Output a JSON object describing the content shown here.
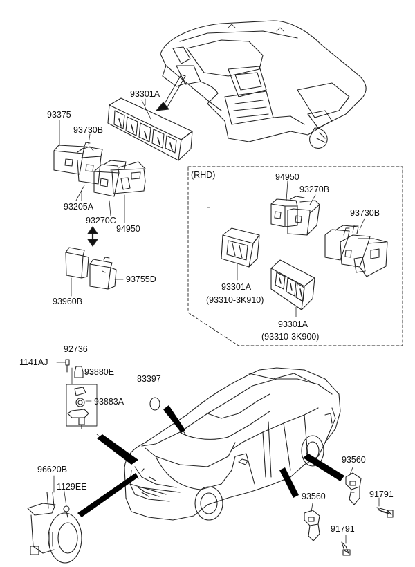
{
  "rhd_box": {
    "title": "(RHD)"
  },
  "labels": {
    "p93301A_top": "93301A",
    "p93375": "93375",
    "p93730B_left": "93730B",
    "p93205A": "93205A",
    "p93270C": "93270C",
    "p94950_left": "94950",
    "p93960B": "93960B",
    "p93755D": "93755D",
    "p94950_rhd": "94950",
    "p93270B_rhd": "93270B",
    "p93730B_rhd": "93730B",
    "p93301A_rhd1": "93301A",
    "p93301A_rhd1_sub": "(93310-3K910)",
    "p93301A_rhd2": "93301A",
    "p93301A_rhd2_sub": "(93310-3K900)",
    "p1141AJ": "1141AJ",
    "p92736": "92736",
    "p93880E": "93880E",
    "p93883A": "93883A",
    "p83397": "83397",
    "p96620B": "96620B",
    "p1129EE": "1129EE",
    "p93560_a": "93560",
    "p91791_a": "91791",
    "p93560_b": "93560",
    "p91791_b": "91791"
  }
}
